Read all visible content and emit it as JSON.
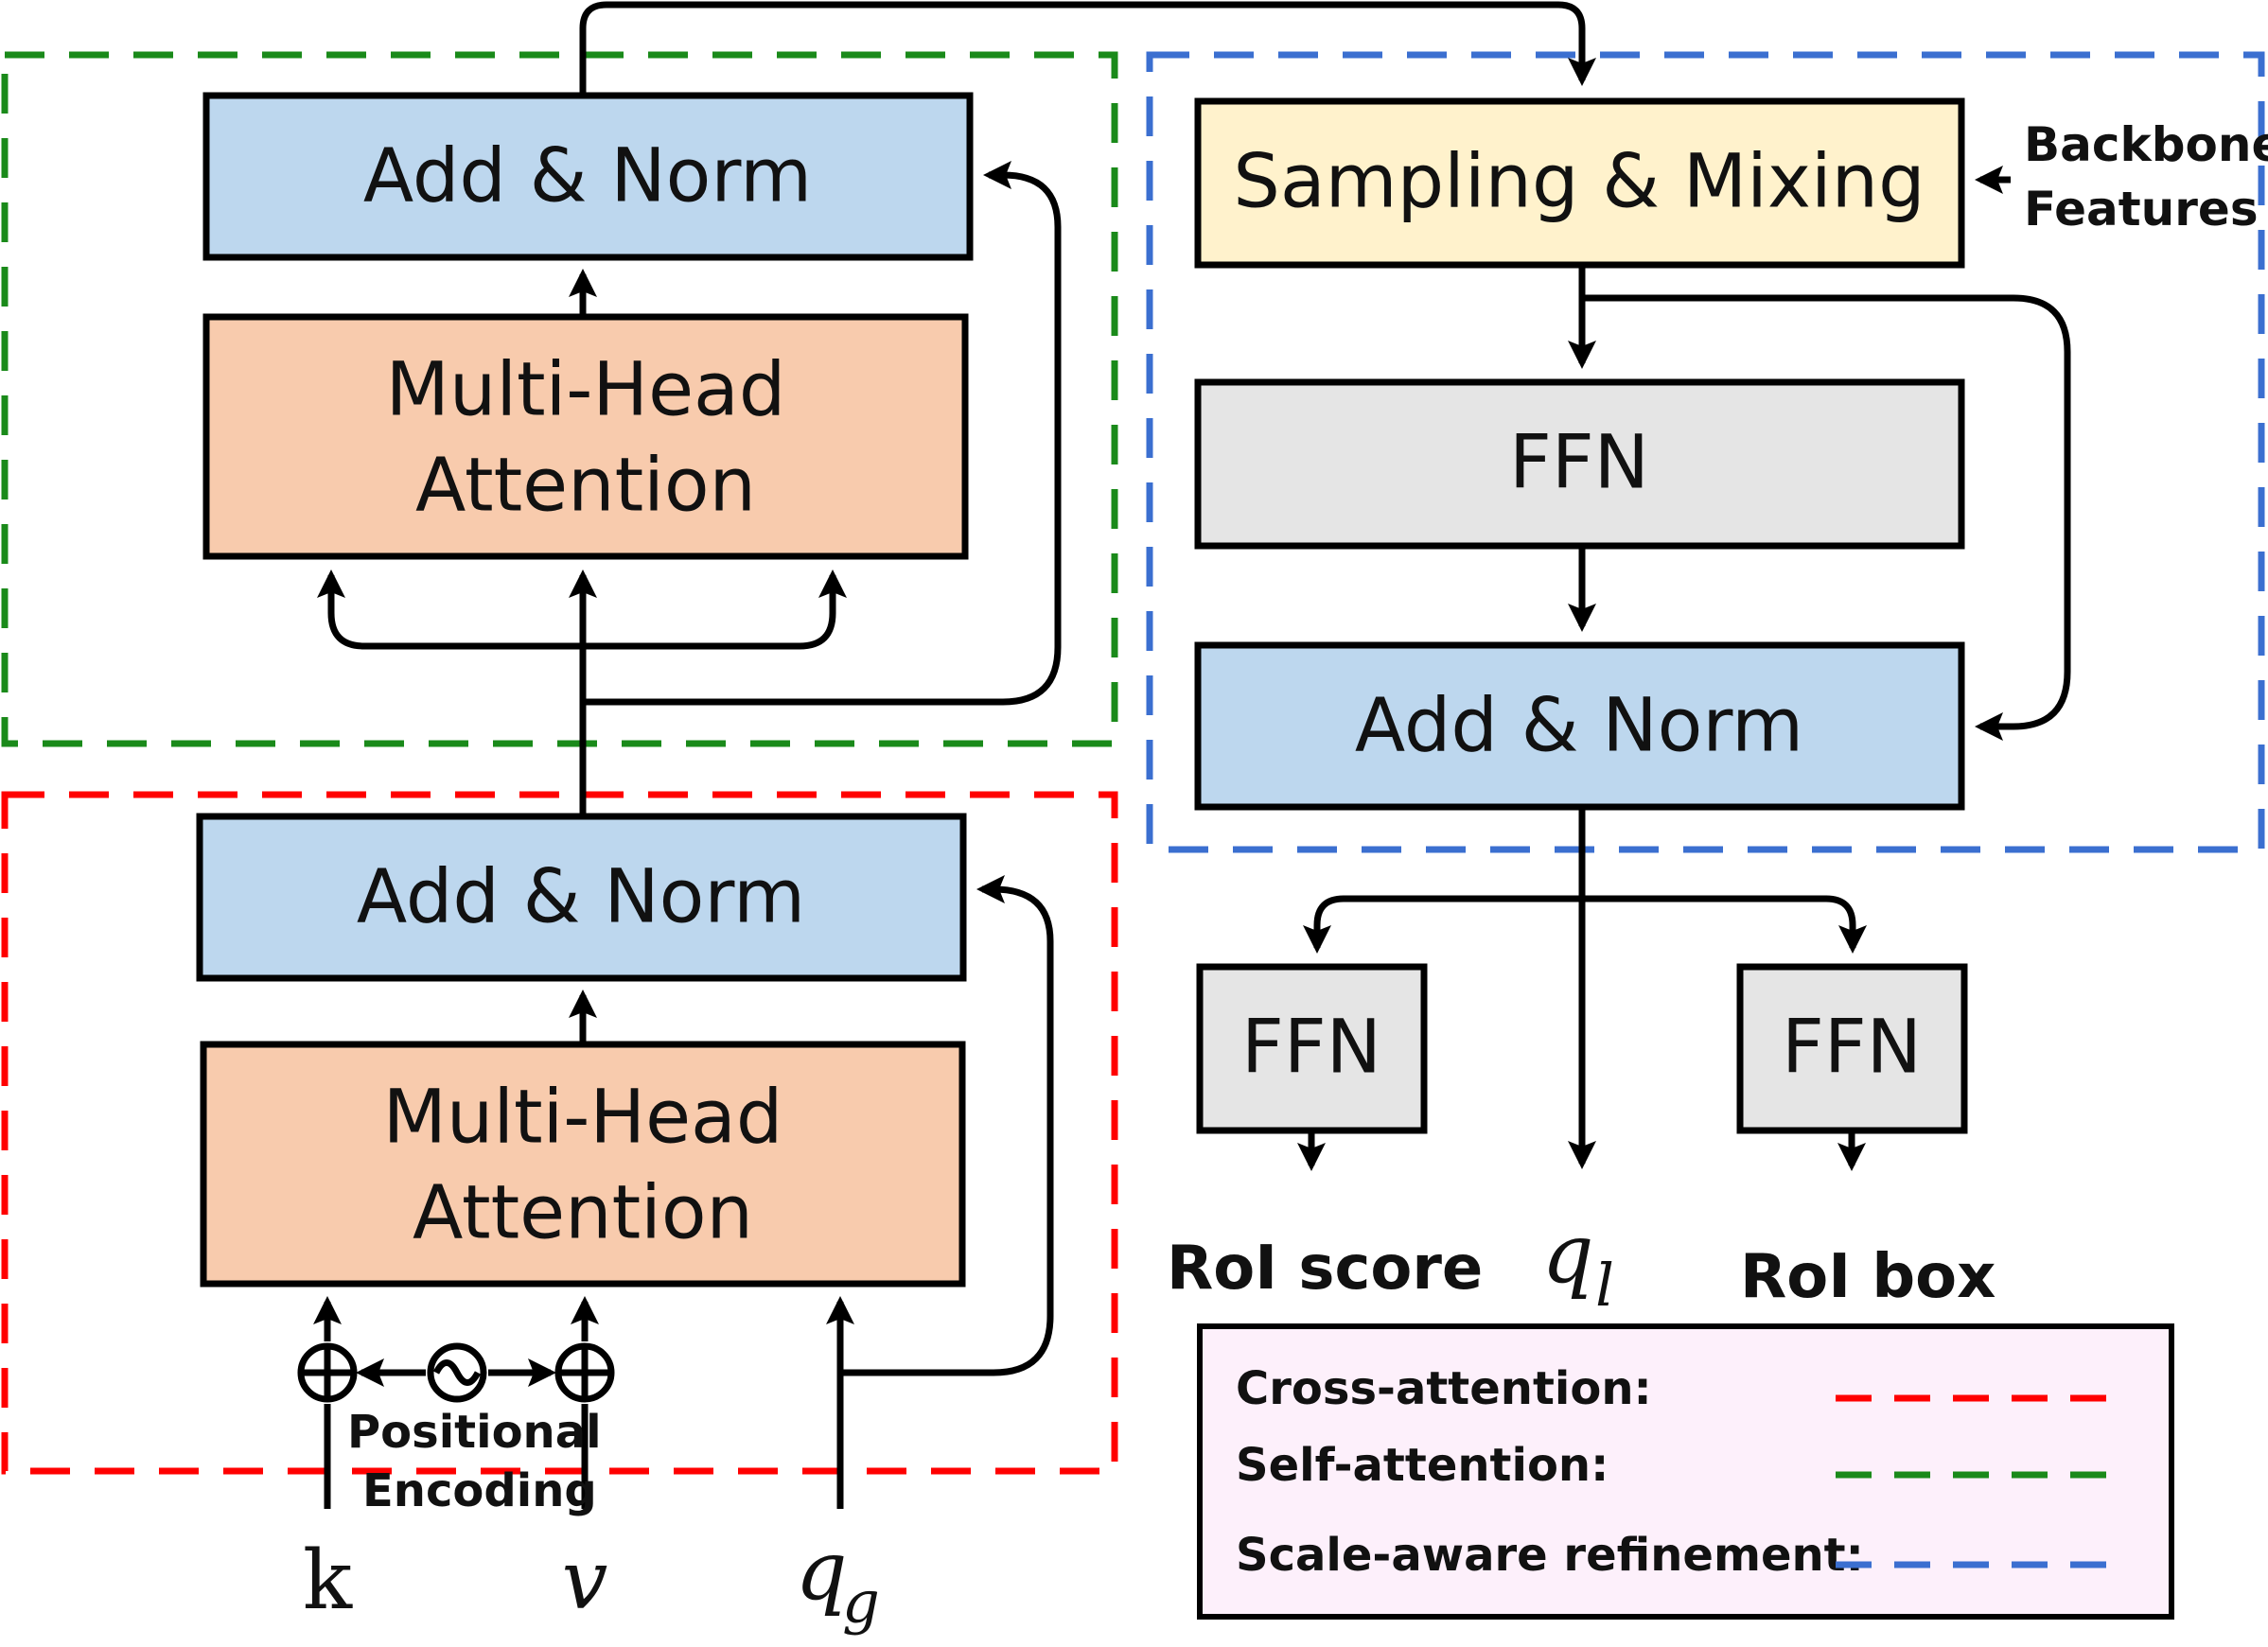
{
  "colors": {
    "add_norm": "#bdd7ee",
    "mha": "#f8cbad",
    "ffn": "#e5e5e5",
    "sampling": "#fff2cc",
    "legend_bg": "#fdf0fb",
    "cross": "#ff0000",
    "self": "#1a8a1a",
    "scale": "#3b6fd0"
  },
  "self_attention": {
    "add_norm": "Add & Norm",
    "mha_line1": "Multi-Head",
    "mha_line2": "Attention"
  },
  "cross_attention": {
    "add_norm": "Add & Norm",
    "mha_line1": "Multi-Head",
    "mha_line2": "Attention",
    "pos_line1": "Positional",
    "pos_line2": "Encoding"
  },
  "refinement": {
    "sampling": "Sampling & Mixing",
    "ffn": "FFN",
    "add_norm": "Add & Norm",
    "backbone_line1": "Backbone",
    "backbone_line2": "Features"
  },
  "heads": {
    "ffn_left": "FFN",
    "ffn_right": "FFN",
    "roi_score": "RoI score",
    "roi_box": "RoI box"
  },
  "inputs": {
    "k": "k",
    "v": "v",
    "qg_base": "q",
    "qg_sub": "g",
    "ql_base": "q",
    "ql_sub": "l"
  },
  "legend": {
    "cross": "Cross-attention:",
    "self": "Self-attention:",
    "scale": "Scale-aware refinement:"
  }
}
